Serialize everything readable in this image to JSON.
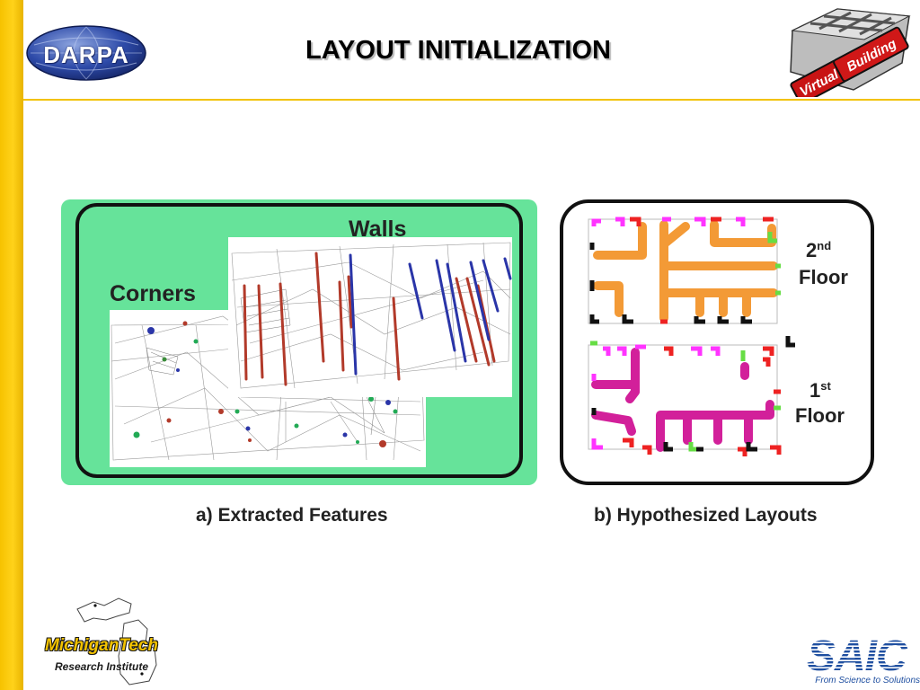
{
  "slide": {
    "title": "LAYOUT INITIALIZATION"
  },
  "logos": {
    "darpa": "DARPA",
    "virtual_building": {
      "word1": "Virtual",
      "word2": "Building"
    },
    "mtri": {
      "line1": "MichiganTech",
      "line2": "Research Institute"
    },
    "saic": {
      "name": "SAIC",
      "tagline": "From Science to Solutions"
    }
  },
  "panel_a": {
    "walls_label": "Walls",
    "corners_label": "Corners",
    "caption": "a) Extracted Features"
  },
  "panel_b": {
    "floor2_num": "2",
    "floor2_sup": "nd",
    "floor1_num": "1",
    "floor1_sup": "st",
    "floor_label": "Floor",
    "caption": "b) Hypothesized Layouts"
  },
  "colors": {
    "accent_yellow": "#f2c200",
    "panel_a_background": "#66e39a",
    "wall_red": "#b23a2a",
    "wall_blue": "#2a35a8",
    "floor2_walls": "#f39a36",
    "floor1_walls": "#d2209a",
    "corner_magenta": "#ff33ff",
    "corner_red": "#ee2222",
    "corner_green": "#66dd44",
    "corner_black": "#111111"
  }
}
